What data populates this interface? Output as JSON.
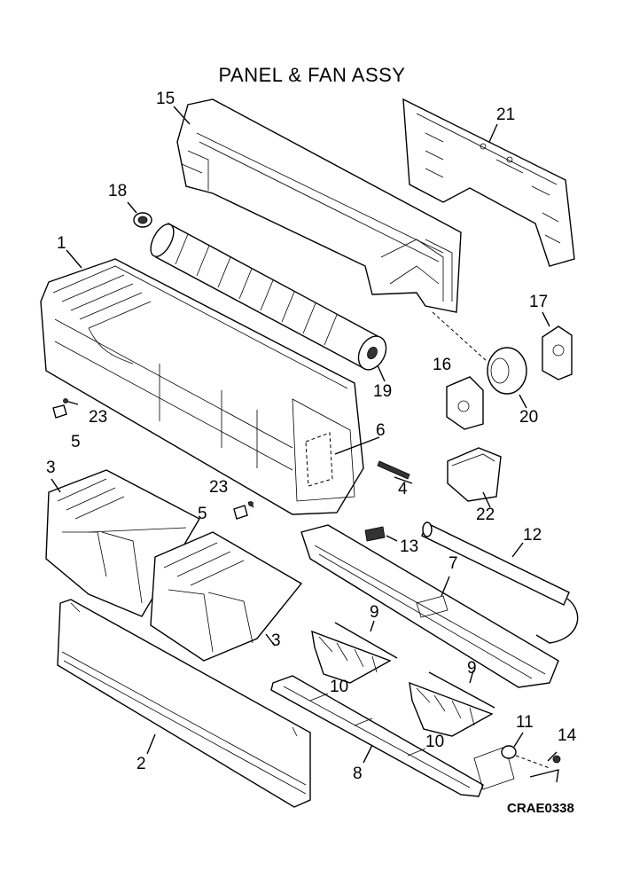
{
  "diagram": {
    "title": "PANEL & FAN ASSY",
    "drawing_code": "CRAE0338",
    "callouts": {
      "c1": "1",
      "c2": "2",
      "c3a": "3",
      "c3b": "3",
      "c4": "4",
      "c5a": "5",
      "c5b": "5",
      "c6": "6",
      "c7": "7",
      "c8": "8",
      "c9a": "9",
      "c9b": "9",
      "c10a": "10",
      "c10b": "10",
      "c11": "11",
      "c12": "12",
      "c13": "13",
      "c14": "14",
      "c15": "15",
      "c16": "16",
      "c17": "17",
      "c18": "18",
      "c19": "19",
      "c20": "20",
      "c21": "21",
      "c22": "22",
      "c23a": "23",
      "c23b": "23"
    }
  }
}
